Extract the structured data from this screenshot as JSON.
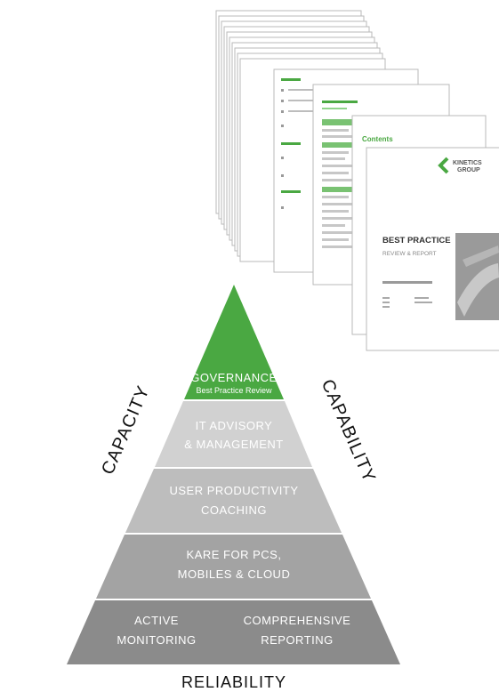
{
  "colors": {
    "governance": "#4aa842",
    "tier2": "#d1d1d1",
    "tier3": "#bdbdbd",
    "tier4": "#a3a3a3",
    "tier5": "#8b8b8b",
    "text_light": "#ffffff",
    "text_dark": "#111111",
    "green_accent": "#4aa842"
  },
  "pyramid": {
    "governance": {
      "title": "GOVERNANCE",
      "subtitle": "Best Practice Review"
    },
    "tiers": [
      {
        "line1": "IT ADVISORY",
        "line2": "& MANAGEMENT"
      },
      {
        "line1": "USER PRODUCTIVITY",
        "line2": "COACHING"
      },
      {
        "line1": "KARE FOR PCS,",
        "line2": "MOBILES & CLOUD"
      }
    ],
    "base": {
      "left": {
        "line1": "ACTIVE",
        "line2": "MONITORING"
      },
      "right": {
        "line1": "COMPREHENSIVE",
        "line2": "REPORTING"
      }
    }
  },
  "side_labels": {
    "left": "CAPACITY",
    "right": "CAPABILITY",
    "bottom": "RELIABILITY"
  },
  "document": {
    "logo_line1": "KINETICS",
    "logo_line2": "GROUP",
    "title": "BEST PRACTICE",
    "subtitle": "REVIEW & REPORT",
    "contents_heading": "Contents"
  }
}
